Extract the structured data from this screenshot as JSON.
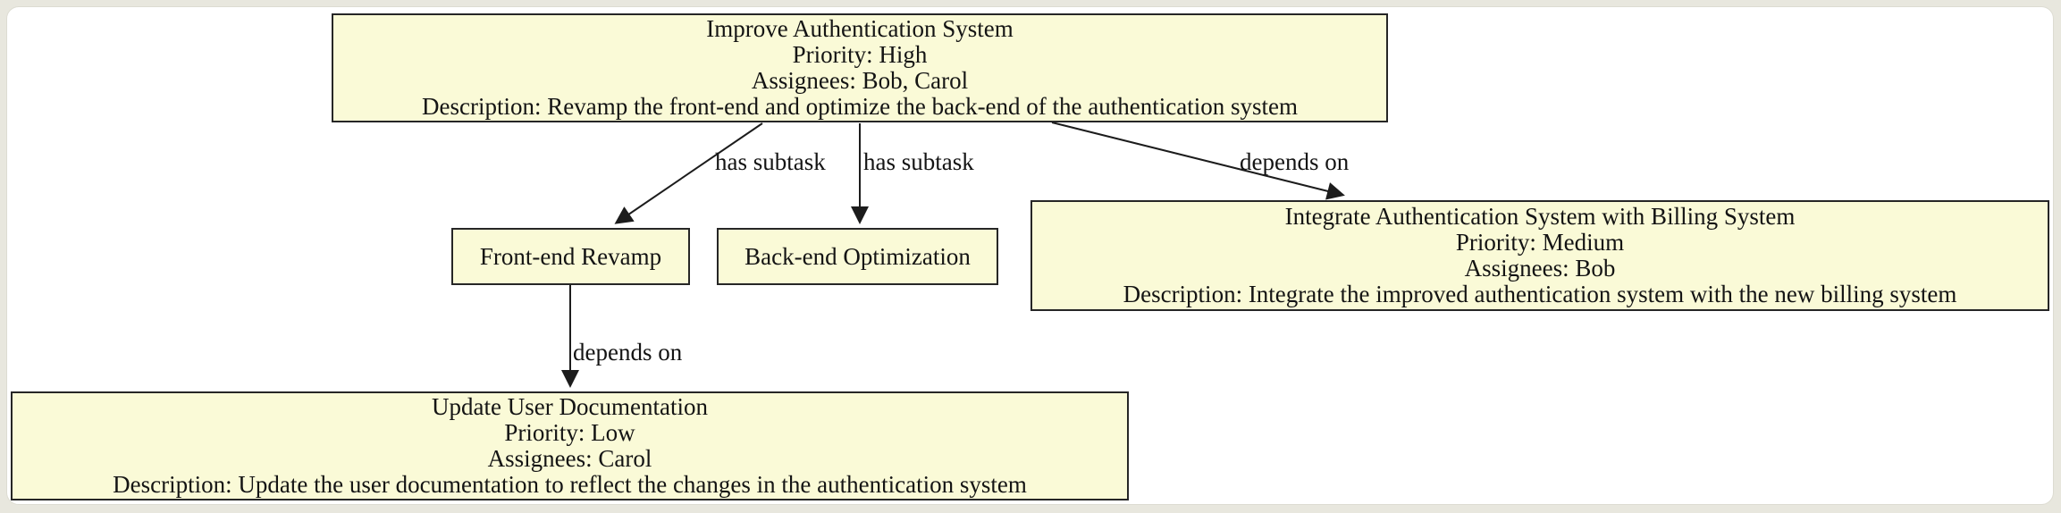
{
  "diagram": {
    "type": "task-dependency-graph",
    "nodes": [
      {
        "id": "improve-authentication-system",
        "lines": [
          "Improve Authentication System",
          "Priority: High",
          "Assignees: Bob, Carol",
          "Description: Revamp the front-end and optimize the back-end of the authentication system"
        ]
      },
      {
        "id": "front-end-revamp",
        "lines": [
          "Front-end Revamp"
        ]
      },
      {
        "id": "back-end-optimization",
        "lines": [
          "Back-end Optimization"
        ]
      },
      {
        "id": "integrate-authentication-with-billing",
        "lines": [
          "Integrate Authentication System with Billing System",
          "Priority: Medium",
          "Assignees: Bob",
          "Description: Integrate the improved authentication system with the new billing system"
        ]
      },
      {
        "id": "update-user-documentation",
        "lines": [
          "Update User Documentation",
          "Priority: Low",
          "Assignees: Carol",
          "Description: Update the user documentation to reflect the changes in the authentication system"
        ]
      }
    ],
    "edges": [
      {
        "from": "improve-authentication-system",
        "to": "front-end-revamp",
        "label": "has subtask"
      },
      {
        "from": "improve-authentication-system",
        "to": "back-end-optimization",
        "label": "has subtask"
      },
      {
        "from": "improve-authentication-system",
        "to": "integrate-authentication-with-billing",
        "label": "depends on"
      },
      {
        "from": "front-end-revamp",
        "to": "update-user-documentation",
        "label": "depends on"
      }
    ],
    "colors": {
      "page_bg": "#e8e7de",
      "canvas_bg": "#ffffff",
      "node_fill": "#fafad7",
      "node_border": "#262626",
      "edge": "#1c1c1c",
      "text": "#141414"
    }
  }
}
